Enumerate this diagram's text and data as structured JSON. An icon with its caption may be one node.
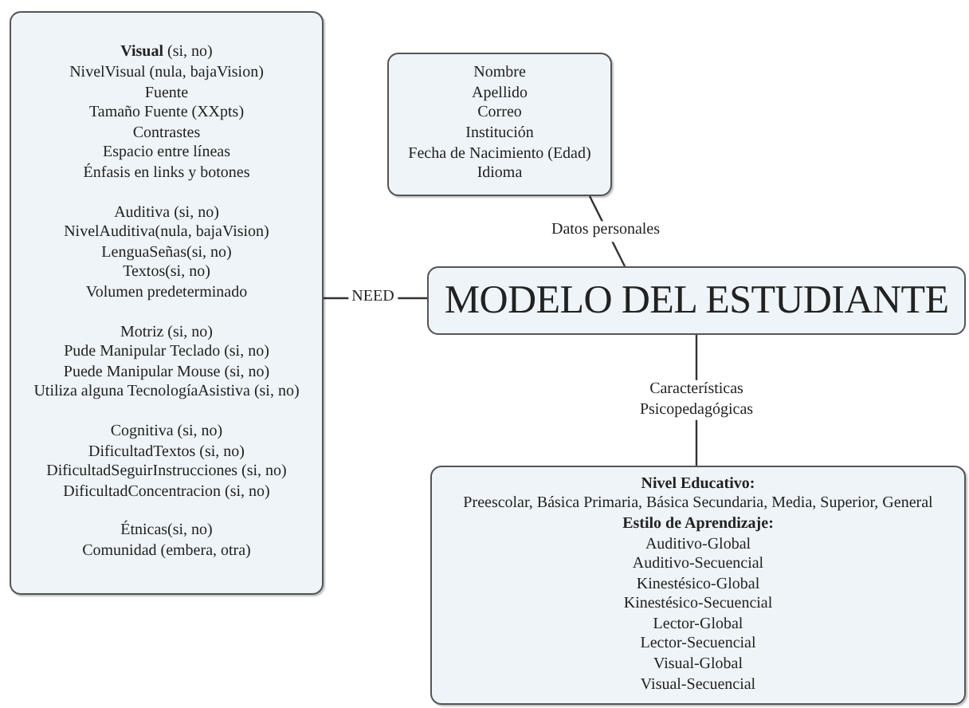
{
  "diagram": {
    "nodes": [
      {
        "text": [
          "MODELO DEL ESTUDIANTE"
        ]
      },
      {
        "text": [
          "**Visual** (si, no)",
          "NivelVisual (nula, bajaVision)",
          "Fuente",
          "Tamaño Fuente (XXpts)",
          "Contrastes",
          "Espacio entre líneas",
          "Énfasis en links y botones",
          "Auditiva (si, no)",
          "NivelAuditiva(nula, bajaVision)",
          "LenguaSeñas(si, no)",
          "Textos(si, no)",
          "Volumen predeterminado",
          "Motriz (si, no)",
          "Pude Manipular Teclado (si, no)",
          "Puede Manipular Mouse (si, no)",
          "Utiliza alguna TecnologíaAsistiva (si, no)",
          "Cognitiva (si, no)",
          "DificultadTextos (si, no)",
          "DificultadSeguirInstrucciones (si, no)",
          "DificultadConcentracion (si, no)",
          "Étnicas(si, no)",
          "Comunidad (embera, otra)"
        ]
      },
      {
        "text": [
          "Nombre",
          "Apellido",
          "Correo",
          "Institución",
          "Fecha de Nacimiento (Edad)",
          "Idioma"
        ]
      },
      {
        "text": [
          "Nivel Educativo:",
          "Preescolar, Básica Primaria, Básica Secundaria, Media, Superior, General",
          "Estilo de Aprendizaje:",
          "Auditivo-Global",
          "Auditivo-Secuencial",
          "Kinestésico-Global",
          "Kinestésico-Secuencial",
          "Lector-Global",
          "Lector-Secuencial",
          "Visual-Global",
          "Visual-Secuencial"
        ]
      }
    ],
    "edges": [
      {
        "from": 1,
        "to": 0,
        "arrow": "none",
        "label": "NEED"
      },
      {
        "from": 2,
        "to": 0,
        "arrow": "none",
        "label": "Datos personales"
      },
      {
        "from": 0,
        "to": 3,
        "arrow": "none",
        "label": "Características Psicopedagógicas"
      }
    ]
  }
}
